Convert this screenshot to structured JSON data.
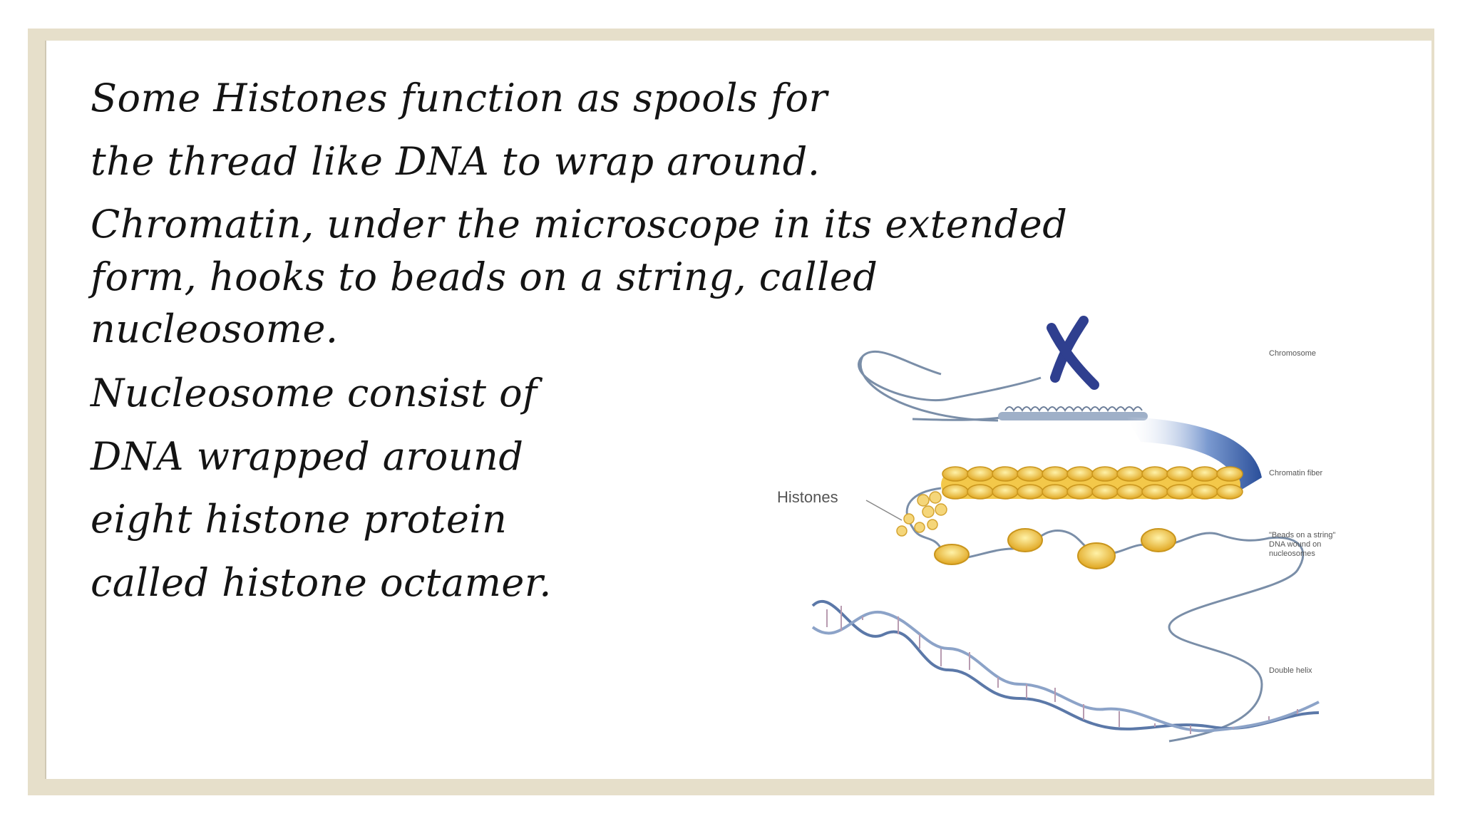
{
  "text_lines": [
    "Some Histones function as spools for",
    "the thread like DNA to wrap around.",
    "Chromatin, under the microscope in its extended",
    "form, hooks to beads on a string, called",
    "nucleosome.",
    "Nucleosome consist of",
    "DNA wrapped around",
    "eight histone protein",
    "called histone octamer."
  ],
  "diagram": {
    "histones_label": "Histones",
    "labels": {
      "chromosome": "Chromosome",
      "chromatin_fiber": "Chromatin fiber",
      "beads_line1": "\"Beads on a string\"",
      "beads_line2": "DNA wound on",
      "beads_line3": "nucleosomes",
      "double_helix": "Double helix"
    },
    "colors": {
      "chromosome": "#2f3f8f",
      "nucleosome": "#e8b830",
      "dna_strand": "#7a8ea8",
      "fiber_gradient": "#3a5fa8"
    }
  }
}
